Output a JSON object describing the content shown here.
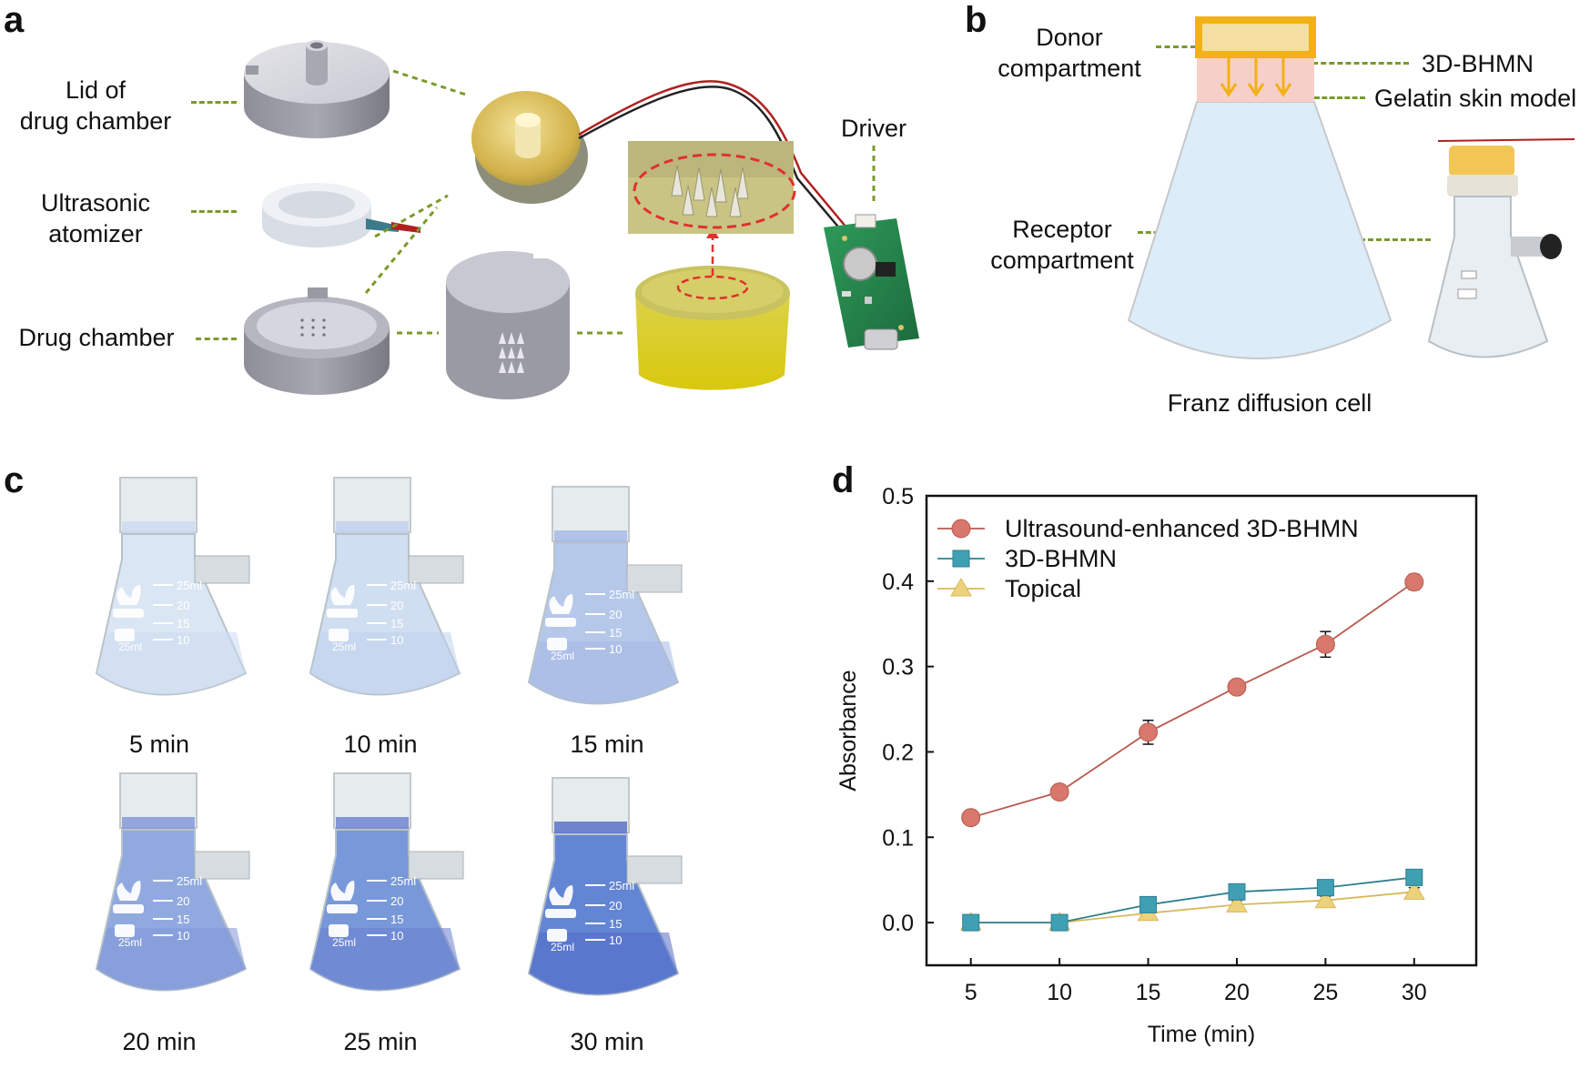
{
  "panels": {
    "a": "a",
    "b": "b",
    "c": "c",
    "d": "d"
  },
  "panel_a": {
    "lid_label_1": "Lid of",
    "lid_label_2": "drug chamber",
    "atomizer_label_1": "Ultrasonic",
    "atomizer_label_2": "atomizer",
    "chamber_label": "Drug chamber",
    "driver_label": "Driver"
  },
  "panel_b": {
    "donor_1": "Donor",
    "donor_2": "compartment",
    "bhmn": "3D-BHMN",
    "gelatin": "Gelatin skin model",
    "receptor_1": "Receptor",
    "receptor_2": "compartment",
    "franz": "Franz diffusion cell"
  },
  "panel_c": {
    "captions": [
      "5 min",
      "10 min",
      "15 min",
      "20 min",
      "25 min",
      "30 min"
    ],
    "flask_marks": [
      "25ml",
      "20",
      "15",
      "10"
    ],
    "flask_base_mark": "25ml"
  },
  "colors": {
    "ultrasound": "#d8776b",
    "bhmn": "#3fa0b4",
    "topical": "#ecd27a",
    "gold": "#f2b114",
    "gelatin": "#f5d2cc",
    "cell": "#dbecf8"
  },
  "chart_data": {
    "type": "line",
    "xlabel": "Time (min)",
    "ylabel": "Absorbance",
    "x": [
      5,
      10,
      15,
      20,
      25,
      30
    ],
    "xticks": [
      "5",
      "10",
      "15",
      "20",
      "25",
      "30"
    ],
    "yticks": [
      "0.0",
      "0.1",
      "0.2",
      "0.3",
      "0.4",
      "0.5"
    ],
    "xlim": [
      2.5,
      33.5
    ],
    "ylim": [
      -0.05,
      0.5
    ],
    "legend_position": "top-left",
    "series": [
      {
        "name": "Ultrasound-enhanced 3D-BHMN",
        "marker": "circle",
        "values": [
          0.123,
          0.153,
          0.223,
          0.276,
          0.326,
          0.399
        ],
        "errors": [
          0.007,
          0.007,
          0.014,
          0.008,
          0.015,
          0.009
        ]
      },
      {
        "name": "3D-BHMN",
        "marker": "square",
        "values": [
          0.0,
          0.0,
          0.021,
          0.036,
          0.041,
          0.053
        ],
        "errors": [
          0.001,
          0.001,
          0.006,
          0.005,
          0.006,
          0.006
        ]
      },
      {
        "name": "Topical",
        "marker": "triangle",
        "values": [
          0.0,
          0.0,
          0.011,
          0.021,
          0.026,
          0.036
        ],
        "errors": [
          0.001,
          0.001,
          0.004,
          0.005,
          0.005,
          0.005
        ]
      }
    ]
  }
}
